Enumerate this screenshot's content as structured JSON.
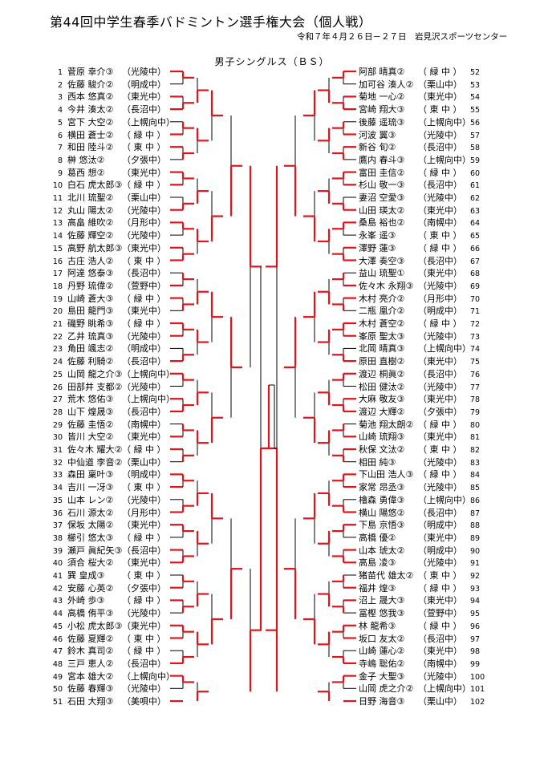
{
  "header": {
    "title": "第44回中学生春季バドミントン選手権大会（個人戦）",
    "subtitle": "令和７年４月２６日－２７日　岩見沢スポーツセンター",
    "event": "男子シングルス（ＢＳ）"
  },
  "left": [
    {
      "no": "1",
      "name": "菅原 幸介③",
      "team": "（光陵中）"
    },
    {
      "no": "2",
      "name": "佐藤 駿介②",
      "team": "（明成中）"
    },
    {
      "no": "3",
      "name": "西本 悠真②",
      "team": "（東光中）"
    },
    {
      "no": "4",
      "name": "今井 湊太②",
      "team": "（長沼中）"
    },
    {
      "no": "5",
      "name": "宮下 大空②",
      "team": "（上幌向中）"
    },
    {
      "no": "6",
      "name": "横田 蒼士②",
      "team": "（ 緑 中 ）"
    },
    {
      "no": "7",
      "name": "和田 陸斗②",
      "team": "（ 東 中 ）"
    },
    {
      "no": "8",
      "name": "榊 悠汰②",
      "team": "（夕張中）"
    },
    {
      "no": "9",
      "name": "葛西 想②",
      "team": "（東光中）"
    },
    {
      "no": "10",
      "name": "白石 虎太郎③",
      "team": "（ 緑 中 ）"
    },
    {
      "no": "11",
      "name": "北川 琉聖②",
      "team": "（栗山中）"
    },
    {
      "no": "12",
      "name": "丸山 陽太②",
      "team": "（光陵中）"
    },
    {
      "no": "13",
      "name": "高畠 維吹②",
      "team": "（月形中）"
    },
    {
      "no": "14",
      "name": "佐藤 輝空②",
      "team": "（光陵中）"
    },
    {
      "no": "15",
      "name": "高野 航太郎③",
      "team": "（東光中）"
    },
    {
      "no": "16",
      "name": "古庄 浩人②",
      "team": "（ 東 中 ）"
    },
    {
      "no": "17",
      "name": "阿達 悠泰③",
      "team": "（長沼中）"
    },
    {
      "no": "18",
      "name": "丹野 琉偉②",
      "team": "（萱野中）"
    },
    {
      "no": "19",
      "name": "山崎 蒼大③",
      "team": "（ 緑 中 ）"
    },
    {
      "no": "20",
      "name": "島田 龍門③",
      "team": "（東光中）"
    },
    {
      "no": "21",
      "name": "磯野 眺希③",
      "team": "（ 緑 中 ）"
    },
    {
      "no": "22",
      "name": "乙井 琉真③",
      "team": "（光陵中）"
    },
    {
      "no": "23",
      "name": "角田 颯志②",
      "team": "（明成中）"
    },
    {
      "no": "24",
      "name": "佐藤 利騎②",
      "team": "（長沼中）"
    },
    {
      "no": "25",
      "name": "山岡 龍之介③",
      "team": "（上幌向中）"
    },
    {
      "no": "26",
      "name": "田部井 支都②",
      "team": "（光陵中）"
    },
    {
      "no": "27",
      "name": "荒木 悠佑③",
      "team": "（上幌向中）"
    },
    {
      "no": "28",
      "name": "山下 煌晟③",
      "team": "（長沼中）"
    },
    {
      "no": "29",
      "name": "佐藤 圭悟②",
      "team": "（南幌中）"
    },
    {
      "no": "30",
      "name": "皆川 大空②",
      "team": "（東光中）"
    },
    {
      "no": "31",
      "name": "佐々木 耀大②",
      "team": "（ 緑 中 ）"
    },
    {
      "no": "32",
      "name": "中仙道 李音②",
      "team": "（栗山中）"
    },
    {
      "no": "33",
      "name": "森田 稟叶③",
      "team": "（明成中）"
    },
    {
      "no": "34",
      "name": "吉川 一冴③",
      "team": "（ 東 中 ）"
    },
    {
      "no": "35",
      "name": "山本 レン②",
      "team": "（光陵中）"
    },
    {
      "no": "36",
      "name": "石川 源太②",
      "team": "（月形中）"
    },
    {
      "no": "37",
      "name": "保坂 太陽②",
      "team": "（東光中）"
    },
    {
      "no": "38",
      "name": "櫛引 悠太③",
      "team": "（ 緑 中 ）"
    },
    {
      "no": "39",
      "name": "瀬戸 眞紀矢③",
      "team": "（長沼中）"
    },
    {
      "no": "40",
      "name": "須合 桜大②",
      "team": "（東光中）"
    },
    {
      "no": "41",
      "name": "巽 皇成③",
      "team": "（ 東 中 ）"
    },
    {
      "no": "42",
      "name": "安藤 心英②",
      "team": "（夕張中）"
    },
    {
      "no": "43",
      "name": "外崎 歩③",
      "team": "（ 緑 中 ）"
    },
    {
      "no": "44",
      "name": "高橋 侑平③",
      "team": "（光陵中）"
    },
    {
      "no": "45",
      "name": "小松 虎太郎③",
      "team": "（東光中）"
    },
    {
      "no": "46",
      "name": "佐藤 夏輝②",
      "team": "（ 東 中 ）"
    },
    {
      "no": "47",
      "name": "鈴木 真司②",
      "team": "（ 緑 中 ）"
    },
    {
      "no": "48",
      "name": "三戸 恵人②",
      "team": "（長沼中）"
    },
    {
      "no": "49",
      "name": "宮本 雄大②",
      "team": "（上幌向中）"
    },
    {
      "no": "50",
      "name": "佐藤 春輝③",
      "team": "（光陵中）"
    },
    {
      "no": "51",
      "name": "石田 大翔③",
      "team": "（美唄中）"
    }
  ],
  "right": [
    {
      "no": "52",
      "name": "阿部 晴真②",
      "team": "（ 緑 中 ）"
    },
    {
      "no": "53",
      "name": "加可谷 湊人②",
      "team": "（栗山中）"
    },
    {
      "no": "54",
      "name": "菊地 一心②",
      "team": "（東光中）"
    },
    {
      "no": "55",
      "name": "宮崎 翔大③",
      "team": "（ 東 中 ）"
    },
    {
      "no": "56",
      "name": "後藤 遥琉③",
      "team": "（上幌向中）"
    },
    {
      "no": "57",
      "name": "河波 翼③",
      "team": "（光陵中）"
    },
    {
      "no": "58",
      "name": "新谷 旬②",
      "team": "（長沼中）"
    },
    {
      "no": "59",
      "name": "鷹内 春斗③",
      "team": "（上幌向中）"
    },
    {
      "no": "60",
      "name": "富田 圭信②",
      "team": "（ 緑 中 ）"
    },
    {
      "no": "61",
      "name": "杉山 敬一③",
      "team": "（長沼中）"
    },
    {
      "no": "62",
      "name": "妻沼 空愛③",
      "team": "（光陵中）"
    },
    {
      "no": "63",
      "name": "山田 瑛太②",
      "team": "（東光中）"
    },
    {
      "no": "64",
      "name": "桑島 裕也②",
      "team": "（南幌中）"
    },
    {
      "no": "65",
      "name": "永峯 遥③",
      "team": "（ 東 中 ）"
    },
    {
      "no": "66",
      "name": "澤野 蓮③",
      "team": "（ 緑 中 ）"
    },
    {
      "no": "67",
      "name": "大澤 奏空③",
      "team": "（長沼中）"
    },
    {
      "no": "68",
      "name": "益山 琉聖①",
      "team": "（東光中）"
    },
    {
      "no": "69",
      "name": "佐々木 永翔③",
      "team": "（光陵中）"
    },
    {
      "no": "70",
      "name": "木村 亮介②",
      "team": "（月形中）"
    },
    {
      "no": "71",
      "name": "二瓶 凰介②",
      "team": "（明成中）"
    },
    {
      "no": "72",
      "name": "木村 蒼空②",
      "team": "（ 緑 中 ）"
    },
    {
      "no": "73",
      "name": "峯原 聖太③",
      "team": "（光陵中）"
    },
    {
      "no": "74",
      "name": "北岡 晴真③",
      "team": "（上幌向中）"
    },
    {
      "no": "75",
      "name": "原田 直樹②",
      "team": "（東光中）"
    },
    {
      "no": "76",
      "name": "渡辺 桐眞②",
      "team": "（長沼中）"
    },
    {
      "no": "77",
      "name": "松田 健汰②",
      "team": "（光陵中）"
    },
    {
      "no": "78",
      "name": "大麻 敬友③",
      "team": "（東光中）"
    },
    {
      "no": "79",
      "name": "渡辺 大輝②",
      "team": "（夕張中）"
    },
    {
      "no": "80",
      "name": "菊池 翔太朗②",
      "team": "（ 緑 中 ）"
    },
    {
      "no": "81",
      "name": "山崎 琉翔③",
      "team": "（東光中）"
    },
    {
      "no": "82",
      "name": "秋保 文汰②",
      "team": "（ 東 中 ）"
    },
    {
      "no": "83",
      "name": "相田 純③",
      "team": "（光陵中）"
    },
    {
      "no": "84",
      "name": "下山田 浩人③",
      "team": "（ 緑 中 ）"
    },
    {
      "no": "85",
      "name": "家常 昂丞③",
      "team": "（光陵中）"
    },
    {
      "no": "86",
      "name": "檜森 勇偉③",
      "team": "（上幌向中）"
    },
    {
      "no": "87",
      "name": "横山 陽悠②",
      "team": "（長沼中）"
    },
    {
      "no": "88",
      "name": "下島 京悟③",
      "team": "（明成中）"
    },
    {
      "no": "89",
      "name": "高橋 優②",
      "team": "（東光中）"
    },
    {
      "no": "90",
      "name": "山本 琥太②",
      "team": "（明成中）"
    },
    {
      "no": "91",
      "name": "高島 凌③",
      "team": "（光陵中）"
    },
    {
      "no": "92",
      "name": "猪苗代 雄太②",
      "team": "（ 東 中 ）"
    },
    {
      "no": "93",
      "name": "福井 煌③",
      "team": "（ 緑 中 ）"
    },
    {
      "no": "94",
      "name": "沼上 晟大③",
      "team": "（東光中）"
    },
    {
      "no": "95",
      "name": "冨樫 悠我③",
      "team": "（萱野中）"
    },
    {
      "no": "96",
      "name": "林 龍希③",
      "team": "（ 緑 中 ）"
    },
    {
      "no": "97",
      "name": "坂口 友太②",
      "team": "（長沼中）"
    },
    {
      "no": "98",
      "name": "山崎 蓮心②",
      "team": "（東光中）"
    },
    {
      "no": "99",
      "name": "寺嶋 聡佑②",
      "team": "（南幌中）"
    },
    {
      "no": "100",
      "name": "金子 大聖③",
      "team": "（光陵中）"
    },
    {
      "no": "101",
      "name": "山岡 虎之介②",
      "team": "（上幌向中）"
    },
    {
      "no": "102",
      "name": "日野 海音③",
      "team": "（栗山中）"
    }
  ],
  "colors": {
    "winner_line": "#e0151b",
    "line": "#000000"
  }
}
